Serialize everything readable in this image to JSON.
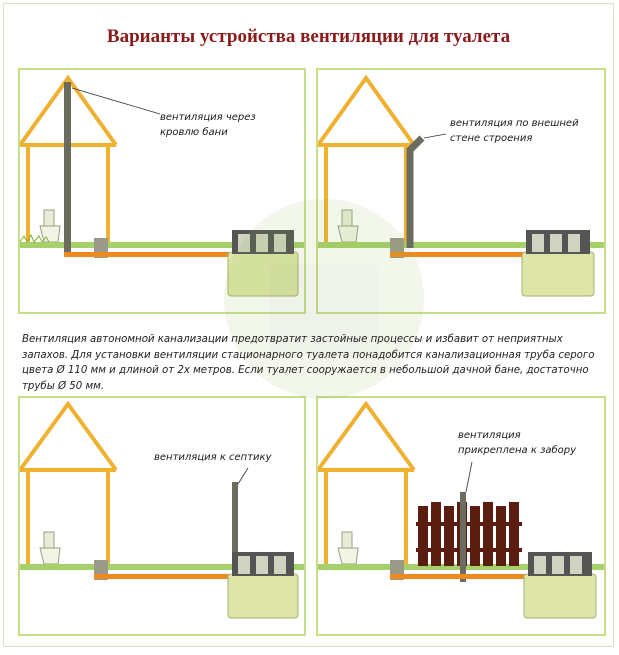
{
  "title": "Варианты устройства вентиляции для туалета",
  "panels": [
    {
      "callout": [
        "вентиляция через",
        "кровлю бани"
      ]
    },
    {
      "callout": [
        "вентиляция по внешней",
        "стене строения"
      ]
    },
    {
      "callout": [
        "вентиляция к септику"
      ]
    },
    {
      "callout": [
        "вентиляция",
        "прикреплена к забору"
      ]
    }
  ],
  "description": "Вентиляция автономной канализации предотвратит застойные процессы и избавит от неприятных запахов. Для установки вентиляции стационарного туалета понадобится канализационная труба серого цвета Ø 110 мм и длиной от 2х метров. Если туалет сооружается в небольшой дачной бане, достаточно трубы Ø 50 мм.",
  "colors": {
    "title": "#8b1a1a",
    "panel_border": "#c6dd8a",
    "house": "#f0b030",
    "pipe": "#ee8a22",
    "vent": "#6b6b5f",
    "tank": "#dde6a8",
    "fence": "#5a1d10",
    "grass": "#7fb23a"
  }
}
